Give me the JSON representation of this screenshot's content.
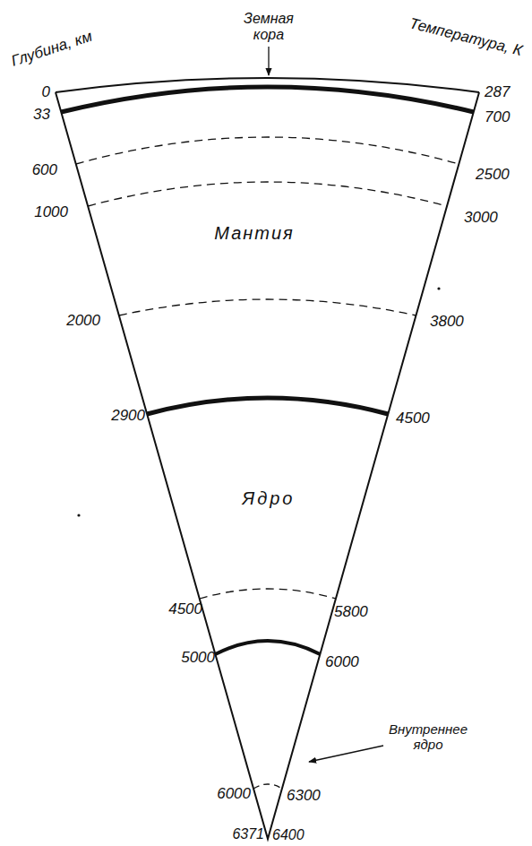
{
  "diagram": {
    "labels": [
      "Земная кора",
      "Глубина, км",
      "Температура, К",
      "0",
      "287",
      "33",
      "700",
      "600",
      "2500",
      "1000",
      "3000",
      "Мантия",
      "2000",
      "3800",
      "2900",
      "4500",
      "Ядро",
      "4500",
      "5800",
      "5000",
      "6000",
      "Внутреннее ядро",
      "6000",
      "6300",
      "6371",
      "6400"
    ]
  }
}
